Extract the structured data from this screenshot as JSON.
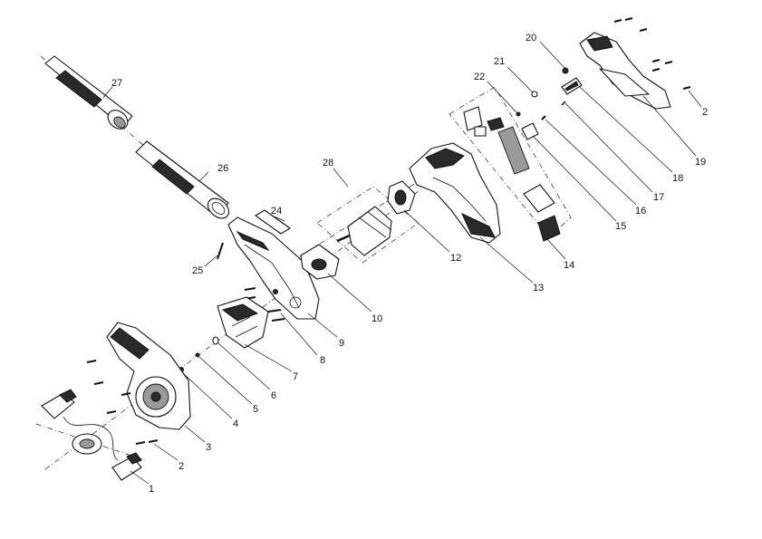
{
  "callouts": [
    "1",
    "2",
    "2",
    "3",
    "4",
    "5",
    "6",
    "7",
    "8",
    "9",
    "10",
    "12",
    "13",
    "14",
    "15",
    "16",
    "17",
    "18",
    "19",
    "20",
    "21",
    "22",
    "24",
    "25",
    "26",
    "27",
    "28"
  ]
}
